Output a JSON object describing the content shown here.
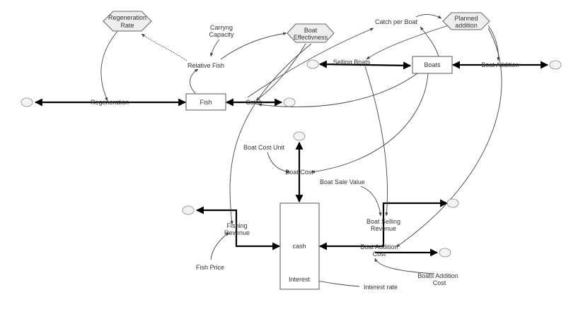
{
  "stocks": {
    "fish": "Fish",
    "boats": "Boats",
    "cash": "cash"
  },
  "flows": {
    "regeneration": "Regeneration",
    "catch": "Catch",
    "selling_boats": "Selling Boats",
    "boat_addition": "Boat Addition",
    "boat_cost": "Boat Cost",
    "fishing_revenue_1": "Fishing",
    "fishing_revenue_2": "Revenue",
    "boat_selling_revenue_1": "Boat Selling",
    "boat_selling_revenue_2": "Revenue",
    "boat_addition_cost_1": "Boat Addition",
    "boat_addition_cost_2": "Cost",
    "interest": "Interest"
  },
  "shadow_variables": {
    "regeneration_rate_1": "Regeneration",
    "regeneration_rate_2": "Rate",
    "boat_effectiveness_1": "Boat",
    "boat_effectiveness_2": "Effectivness",
    "planned_addition_1": "Planned",
    "planned_addition_2": "addition"
  },
  "auxiliaries": {
    "carrying_capacity_1": "Carryng",
    "carrying_capacity_2": "Capacity",
    "relative_fish": "Relative Fish",
    "catch_per_boat": "Catch per Boat",
    "boat_cost_unit": "Boat Cost Unit",
    "boat_sale_value": "Boat Sale Value",
    "fish_price": "Fish Price",
    "boats_addition_cost_1": "Boats Addition",
    "boats_addition_cost_2": "Cost",
    "interest_rate": "Interest rate"
  },
  "colors": {
    "flow": "#000000",
    "link": "#444444",
    "stock_border": "#555555"
  }
}
